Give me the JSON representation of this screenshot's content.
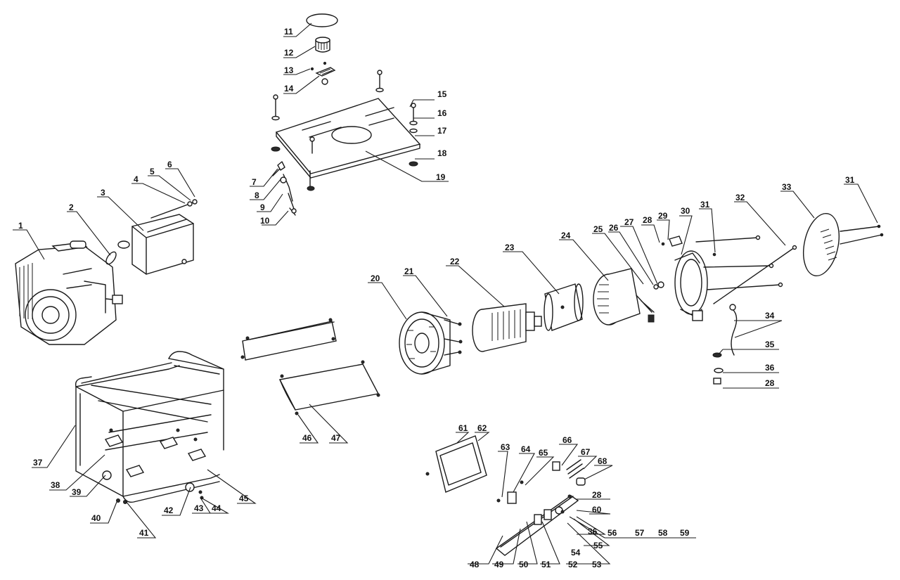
{
  "callouts": [
    "1",
    "2",
    "3",
    "4",
    "5",
    "6",
    "7",
    "8",
    "9",
    "10",
    "11",
    "12",
    "13",
    "14",
    "15",
    "16",
    "17",
    "18",
    "19",
    "20",
    "21",
    "22",
    "23",
    "24",
    "25",
    "26",
    "27",
    "28",
    "29",
    "30",
    "31",
    "32",
    "33",
    "34",
    "35",
    "36",
    "28",
    "31",
    "37",
    "38",
    "39",
    "40",
    "41",
    "42",
    "43",
    "44",
    "45",
    "46",
    "47",
    "61",
    "62",
    "63",
    "64",
    "65",
    "66",
    "67",
    "68",
    "28",
    "60",
    "36",
    "56",
    "57",
    "58",
    "59",
    "48",
    "49",
    "50",
    "51",
    "52",
    "53",
    "54",
    "55"
  ]
}
